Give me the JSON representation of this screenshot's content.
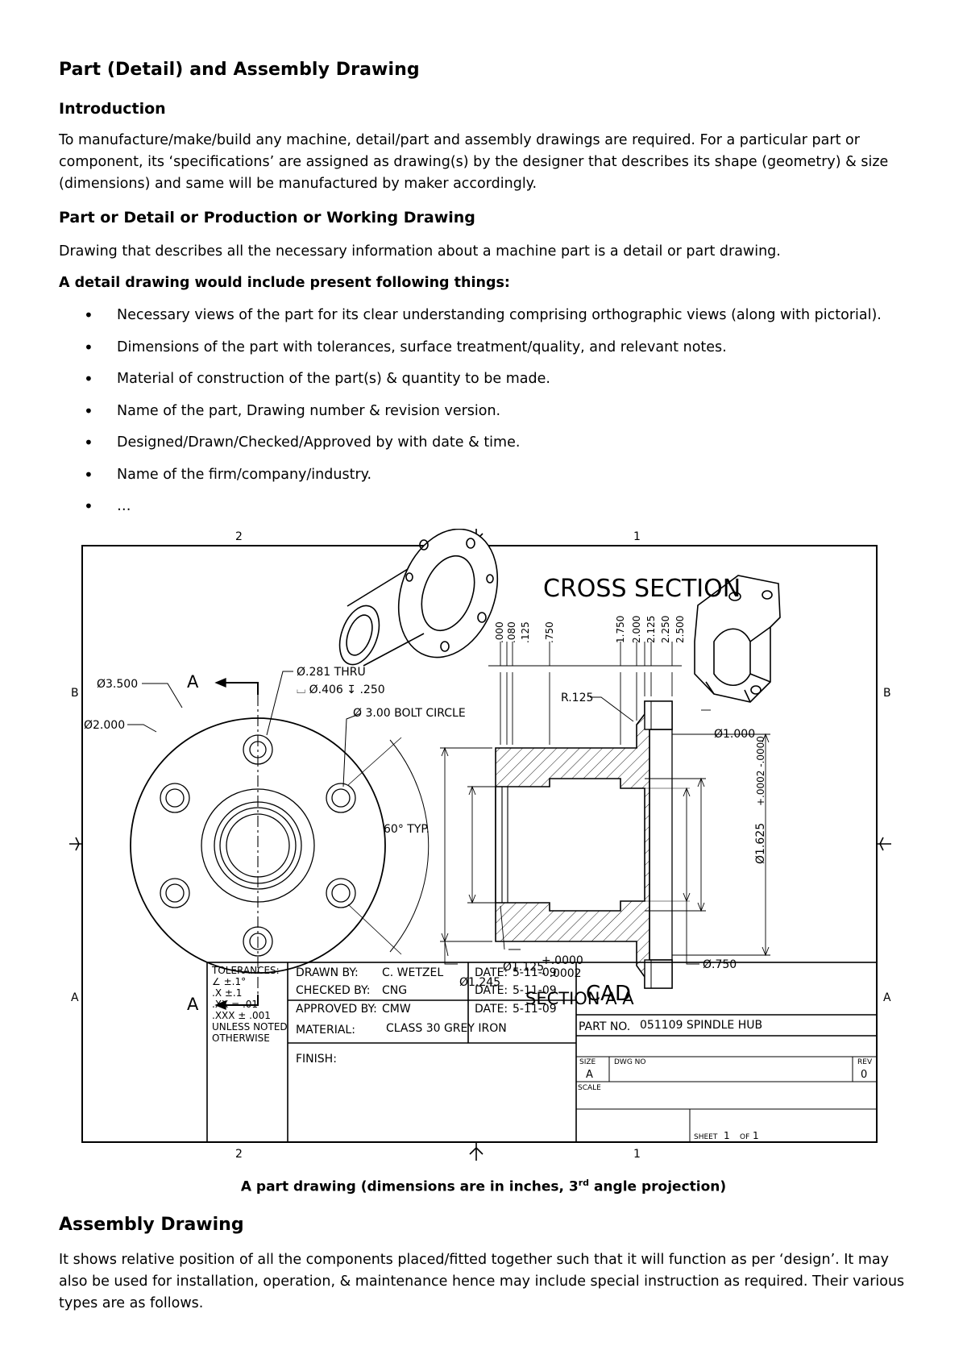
{
  "title": "Part (Detail) and Assembly Drawing",
  "intro": {
    "heading": "Introduction",
    "text": "To manufacture/make/build any machine, detail/part and assembly drawings are required. For a particular part or component, its ‘specifications’ are assigned as drawing(s) by the designer that describes its shape (geometry) & size (dimensions) and same will be manufactured by maker accordingly."
  },
  "detail": {
    "heading": "Part or Detail or Production or Working Drawing",
    "text": "Drawing that describes all the necessary information about a machine part is a detail or part drawing.",
    "lead": "A detail drawing would include present following things:",
    "items": [
      "Necessary views of the part for its clear understanding comprising orthographic views (along with pictorial).",
      "Dimensions of the part with tolerances, surface treatment/quality, and relevant notes.",
      "Material of construction of the part(s) & quantity to be made.",
      "Name of the part, Drawing number & revision version.",
      "Designed/Drawn/Checked/Approved by with date & time.",
      "Name of the firm/company/industry.",
      "…"
    ]
  },
  "drawing": {
    "zone_top_left": "2",
    "zone_top_right": "1",
    "zone_left_b": "B",
    "zone_left_a": "A",
    "zone_right_b": "B",
    "zone_right_a": "A",
    "zone_bottom_left": "2",
    "zone_bottom_right": "1",
    "cross_section_title": "CROSS SECTION",
    "section_label": "SECTION A-A",
    "cut_label_top": "A",
    "cut_label_bottom": "A",
    "dim_d3500": "Ø3.500",
    "dim_d2000": "Ø2.000",
    "note_thru": "Ø.281 THRU",
    "note_cbore": "⌴ Ø.406 ↧ .250",
    "note_bolt": "Ø  3.00  BOLT CIRCLE",
    "note_angle": "60° TYP.",
    "dim_r125": "R.125",
    "dim_d1000": "Ø1.000",
    "dim_d750": "Ø.750",
    "dim_d1245": "Ø1.245",
    "dim_d1125": "Ø1.125",
    "tol_1125_plus": "+.0000",
    "tol_1125_minus": "- .0002",
    "dim_d1625": "Ø1.625",
    "tol_1625": "+.0002 -.0000",
    "v_000": ".000",
    "v_080": ".080",
    "v_125": ".125",
    "v_750": ".750",
    "v_1750": "1.750",
    "v_2000": "2.000",
    "v_2125": "2.125",
    "v_2250": "2.250",
    "v_2500": "2.500"
  },
  "title_block": {
    "tol_head": "TOLERANCES:",
    "tol_1": "∠    ±.1°",
    "tol_2": ".X     ±.1",
    "tol_3": ".XX    = .01",
    "tol_4": ".XXX ± .001",
    "tol_5": "UNLESS NOTED",
    "tol_6": "OTHERWISE",
    "drawn_label": "DRAWN BY:",
    "drawn_value": "C. WETZEL",
    "checked_label": "CHECKED BY:",
    "checked_value": "CNG",
    "approved_label": "APPROVED BY:",
    "approved_value": "CMW",
    "date_label": "DATE:",
    "date_value": "5-11-09",
    "material_label": "MATERIAL:",
    "material_value": "CLASS 30 GREY IRON",
    "finish_label": "FINISH:",
    "company": "CAD",
    "part_no_label": "PART NO.",
    "part_no_value": "051109 SPINDLE HUB",
    "size_label": "SIZE",
    "size_value": "A",
    "dwg_label": "DWG NO",
    "rev_label": "REV",
    "rev_value": "0",
    "scale_label": "SCALE",
    "sheet_label": "SHEET",
    "sheet_value": "1",
    "of_label": "OF",
    "of_value": "1"
  },
  "caption": {
    "before": "A part drawing (dimensions are in inches, 3",
    "sup": "rd",
    "after": " angle projection)"
  },
  "assembly": {
    "heading": "Assembly Drawing",
    "text": "It shows relative position of all the components placed/fitted together such that it will function as per ‘design’. It may also be used for installation, operation, & maintenance hence may include special instruction as required. Their various types are as follows."
  }
}
